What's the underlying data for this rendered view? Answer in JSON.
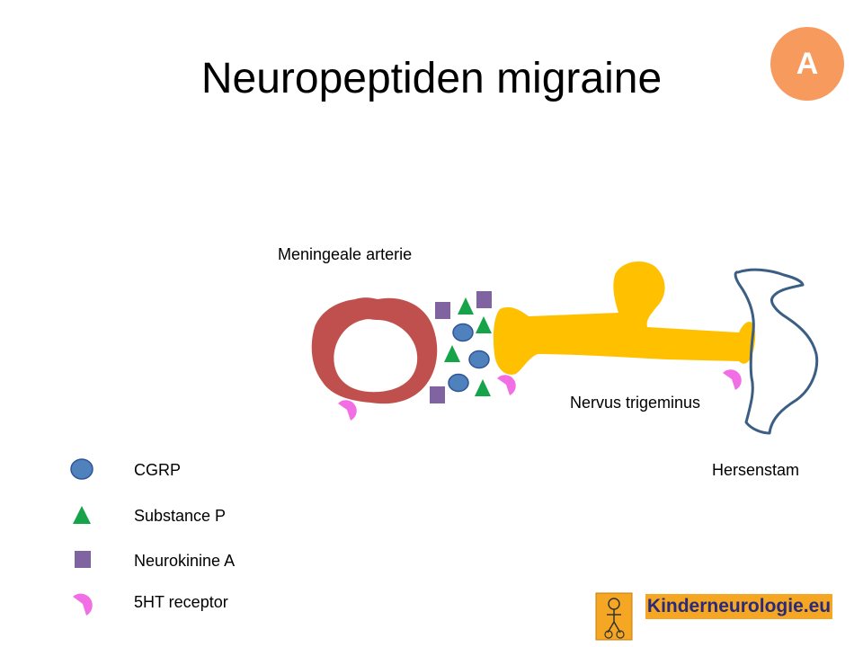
{
  "title": "Neuropeptiden migraine",
  "badge": "A",
  "labels": {
    "artery": "Meningeale arterie",
    "nerve": "Nervus trigeminus",
    "brainstem": "Hersenstam"
  },
  "legend": [
    {
      "label": "CGRP",
      "icon": "circle-icon"
    },
    {
      "label": "Substance P",
      "icon": "triangle-icon"
    },
    {
      "label": "Neurokinine A",
      "icon": "square-icon"
    },
    {
      "label": "5HT receptor",
      "icon": "receptor-icon"
    }
  ],
  "colors": {
    "cgrp": "#4F81BD",
    "substance_p": "#16A34A",
    "neurokinine_a": "#8064A2",
    "receptor": "#F26EE4",
    "artery": "#C0504D",
    "nerve": "#FFC000",
    "brainstem": "#3B5E84",
    "badge": "#F79A5E"
  },
  "logo": {
    "text": "Kinderneurologie.eu"
  }
}
